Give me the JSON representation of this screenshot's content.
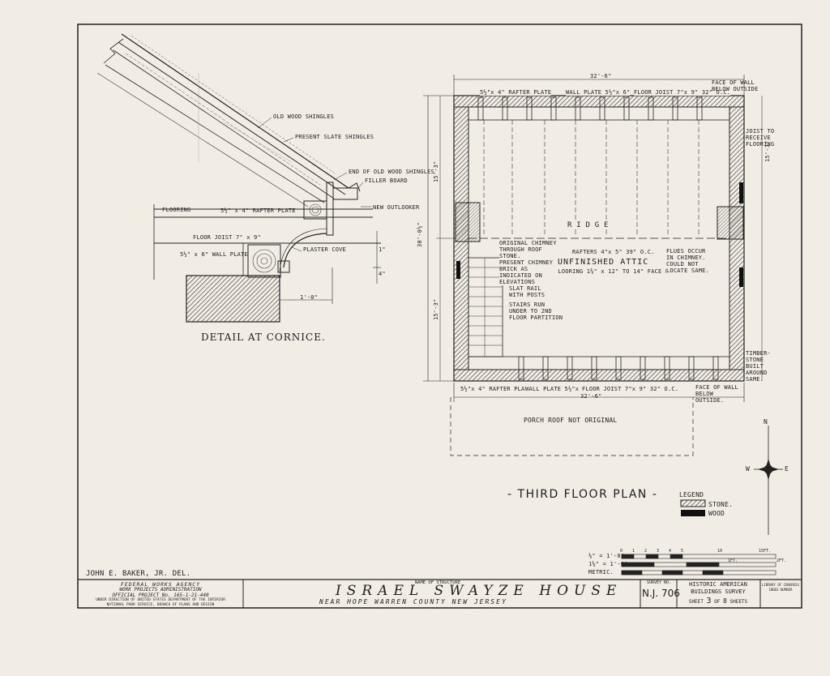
{
  "cornice": {
    "title": "DETAIL AT CORNICE.",
    "labels": {
      "old_shingles": "OLD WOOD SHINGLES",
      "slate": "PRESENT SLATE SHINGLES",
      "end_old": "END OF OLD WOOD SHINGLES",
      "filler": "FILLER BOARD",
      "outlooker": "NEW OUTLOOKER",
      "flooring": "FLOORING",
      "rafter_plate": "5½\" x 4\" RAFTER PLATE",
      "floor_joist": "FLOOR JOIST 7\" x 9\"",
      "plaster_cove": "PLASTER COVE",
      "wall_plate": "5½\" x 6\" WALL PLATE",
      "dim_1_0": "1'-0\"",
      "dim_1": "1\"",
      "dim_4": "4\""
    }
  },
  "plan": {
    "title": "THIRD FLOOR PLAN",
    "dims": {
      "top_overall": "32'-6\"",
      "bottom_overall": "32'-6\"",
      "left_overall": "30'-0½\"",
      "left_upper": "15'-3\"",
      "left_lower": "15'-3\"",
      "right_upper": "15'-3\""
    },
    "labels": {
      "rafter_plate_top": "5½\"x 4\" RAFTER PLATE",
      "wall_plate_top": "WALL PLATE 5½\"x 6\"",
      "floor_joist_top": "FLOOR JOIST 7\"x 9\" 32\" O.C.",
      "face_top": "FACE OF WALL BELOW OUTSIDE",
      "joist_receive": "JOIST TO RECEIVE FLOORING",
      "ridge": "R I D G E",
      "rafters": "RAFTERS 4\"x 5\" 39\" O.C.",
      "attic": "UNFINISHED ATTIC",
      "attic_flooring": "FLOORING 1⅜\" x 12\" TO 14\" FACE PINE.",
      "orig_chimney": "ORIGINAL CHIMNEY THROUGH ROOF STONE.",
      "present_chimney": "PRESENT CHIMNEY BRICK AS INDICATED ON ELEVATIONS",
      "slat_rail": "SLAT RAIL WITH POSTS",
      "stairs": "STAIRS RUN UNDER TO 2ND FLOOR PARTITION",
      "flues": "FLUES OCCUR IN CHIMNEY. COULD NOT LOCATE SAME.",
      "timber_stone": "TIMBER-STONE BUILT AROUND SAME.",
      "rafter_plate_bot": "5½\"x 4\" RAFTER PLATE",
      "wall_plate_bot": "WALL PLATE 5½\"x 6\"",
      "floor_joist_bot": "FLOOR JOIST 7\"x 9\" 32\" O.C.",
      "face_bot": "FACE OF WALL BELOW OUTSIDE.",
      "porch": "PORCH ROOF NOT ORIGINAL"
    }
  },
  "legend": {
    "title": "LEGEND",
    "stone": "STONE.",
    "wood": "WOOD"
  },
  "compass": {
    "n": "N",
    "e": "E",
    "w": "W"
  },
  "scale": {
    "row1": "⅛\" = 1'-0\"",
    "row2": "1⅛\" = 1'-0\"",
    "row3": "METRIC.",
    "ticks": [
      "0",
      "1",
      "2",
      "3",
      "4",
      "5",
      "10",
      "15FT."
    ],
    "unit2": "2FT.",
    "unit_ft": "1FT."
  },
  "delineator": "JOHN E. BAKER, JR. DEL.",
  "titleblock": {
    "agency_line1": "FEDERAL WORKS AGENCY",
    "agency_line2": "WORK PROJECTS ADMINISTRATION",
    "agency_line3": "OFFICIAL PROJECT No. 165-1-21-440",
    "agency_line4": "UNDER DIRECTION OF UNITED STATES DEPARTMENT OF THE INTERIOR",
    "agency_line5": "NATIONAL PARK SERVICE, BRANCH OF PLANS AND DESIGN",
    "name_label": "NAME OF STRUCTURE",
    "name": "ISRAEL SWAYZE HOUSE",
    "location": "NEAR HOPE   WARREN COUNTY   NEW JERSEY",
    "survey_label": "SURVEY NO.",
    "survey": "N.J. 706",
    "habs1": "HISTORIC AMERICAN",
    "habs2": "BUILDINGS SURVEY",
    "sheet_word": "SHEET",
    "sheet_no": "3",
    "sheet_of": "OF",
    "sheet_total": "8",
    "sheets_word": "SHEETS",
    "library": "LIBRARY OF CONGRESS INDEX NUMBER"
  },
  "colors": {
    "paper": "#f1ede4",
    "ink": "#1e1e1e"
  }
}
